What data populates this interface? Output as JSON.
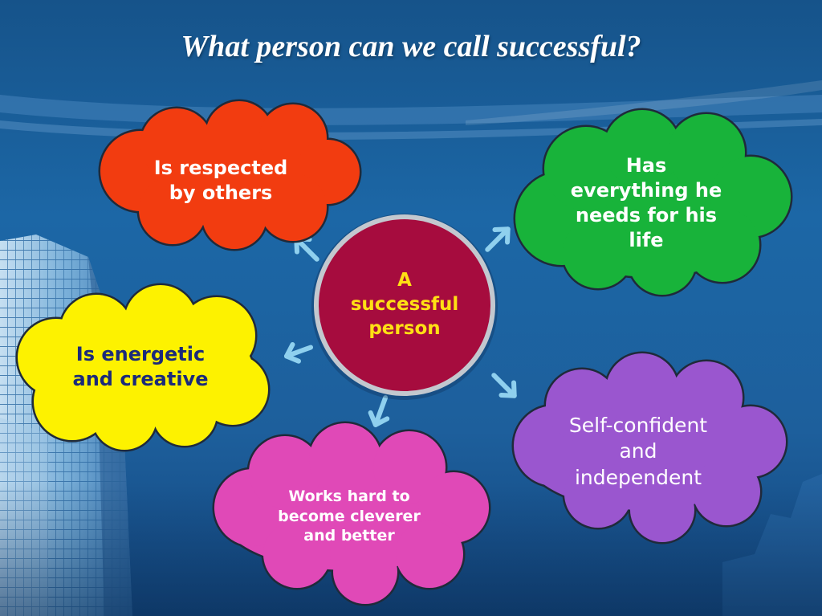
{
  "slide": {
    "title": "What person can we call successful?"
  },
  "center": {
    "line1": "A",
    "line2": "successful",
    "line3": "person",
    "fill": "#a60c3e",
    "text_color": "#ffe014"
  },
  "clouds": [
    {
      "id": "respected",
      "lines": [
        "Is respected",
        "by others"
      ],
      "fill": "#f23c10",
      "text_color": "#ffffff"
    },
    {
      "id": "everything",
      "lines": [
        "Has",
        "everything he",
        "needs for his",
        "life"
      ],
      "fill": "#18b33a",
      "text_color": "#ffffff"
    },
    {
      "id": "energetic",
      "lines": [
        "Is energetic",
        "and creative"
      ],
      "fill": "#fdf200",
      "text_color": "#1b2a7a"
    },
    {
      "id": "works-hard",
      "lines": [
        "Works hard to",
        "become cleverer",
        "and better"
      ],
      "fill": "#e049b7",
      "text_color": "#ffffff"
    },
    {
      "id": "self-confident",
      "lines": [
        "Self-confident",
        "and",
        "independent"
      ],
      "fill": "#9a56cf",
      "text_color": "#ffffff"
    }
  ],
  "colors": {
    "arrow": "#8fd0ee",
    "cloud_outline": "#1f2a3a"
  }
}
